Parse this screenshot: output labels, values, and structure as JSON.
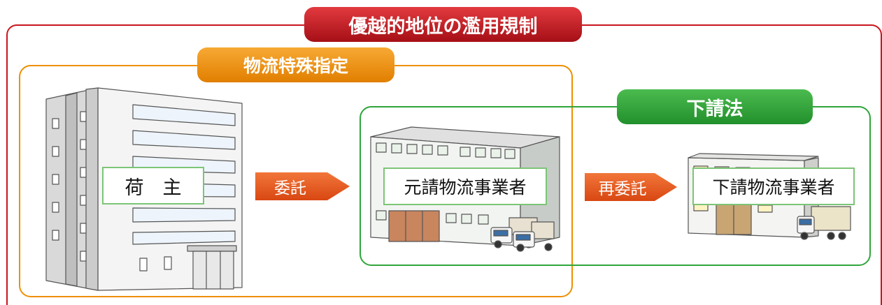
{
  "frames": {
    "outer_title": "優越的地位の濫用規制",
    "orange_title": "物流特殊指定",
    "green_title": "下請法"
  },
  "nodes": {
    "shipper": "荷　主",
    "prime_contractor": "元請物流事業者",
    "subcontractor": "下請物流事業者"
  },
  "arrows": {
    "entrust": "委託",
    "re_entrust": "再委託"
  },
  "colors": {
    "red": "#c8161d",
    "orange": "#ee8f00",
    "green": "#2ea53a",
    "arrow": "#e9551e",
    "label_border": "#7cc576"
  }
}
